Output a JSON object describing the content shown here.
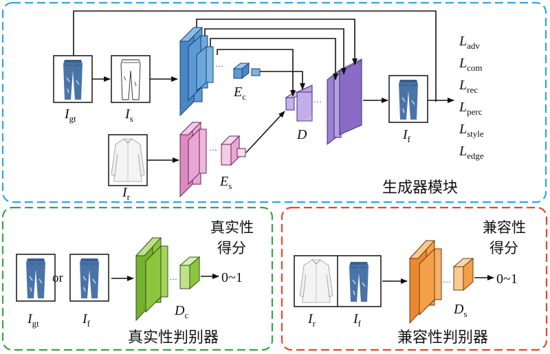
{
  "generator": {
    "label": "生成器模块",
    "inputs": {
      "gt": {
        "main": "I",
        "sub": "gt"
      },
      "sketch": {
        "main": "I",
        "sub": "s"
      },
      "reference": {
        "main": "I",
        "sub": "r"
      }
    },
    "encoder_content": {
      "main": "E",
      "sub": "c"
    },
    "encoder_style": {
      "main": "E",
      "sub": "s"
    },
    "decoder": {
      "main": "D",
      "sub": ""
    },
    "output": {
      "main": "I",
      "sub": "f"
    },
    "losses": [
      {
        "main": "L",
        "sub": "adv"
      },
      {
        "main": "L",
        "sub": "com"
      },
      {
        "main": "L",
        "sub": "rec"
      },
      {
        "main": "L",
        "sub": "perc"
      },
      {
        "main": "L",
        "sub": "style"
      },
      {
        "main": "L",
        "sub": "edge"
      }
    ]
  },
  "discriminator_real": {
    "label": "真实性判别器",
    "input_a": {
      "main": "I",
      "sub": "gt"
    },
    "or_text": "or",
    "input_b": {
      "main": "I",
      "sub": "f"
    },
    "network": {
      "main": "D",
      "sub": "c"
    },
    "score_title_line1": "真实性",
    "score_title_line2": "得分",
    "range": "0~1"
  },
  "discriminator_compat": {
    "label": "兼容性判别器",
    "input_a": {
      "main": "I",
      "sub": "r"
    },
    "input_b": {
      "main": "I",
      "sub": "f"
    },
    "network": {
      "main": "D",
      "sub": "s"
    },
    "score_title_line1": "兼容性",
    "score_title_line2": "得分",
    "range": "0~1"
  },
  "colors": {
    "generator_border": "#29a8df",
    "real_border": "#3aa14a",
    "compat_border": "#e8452c",
    "content_encoder": "#5b9bd5",
    "style_encoder": "#e8a6d4",
    "decoder": "#9b7fd0",
    "real_disc": "#8cc63f",
    "compat_disc": "#f4a04a",
    "jeans": "#4a74a8",
    "shirt": "#f2f2f2"
  }
}
